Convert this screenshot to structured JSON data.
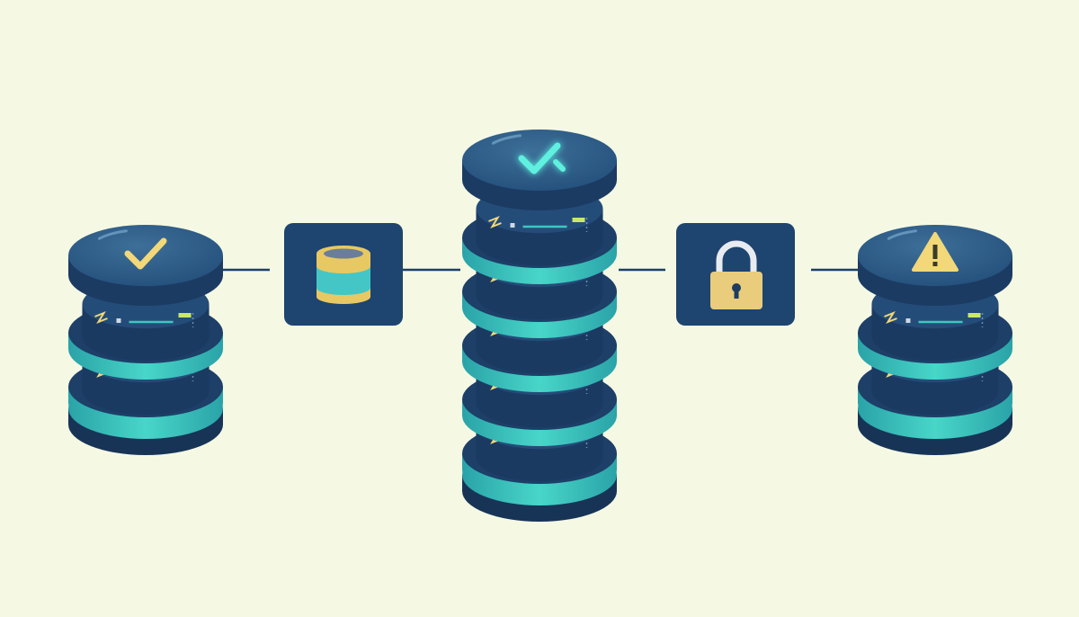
{
  "colors": {
    "background": "#f5f9e4",
    "disk_top": "#2f5d86",
    "disk_side": "#1d3f68",
    "disk_dark": "#163357",
    "teal_ring": "#3ec7c0",
    "teal_glow": "#5ff0df",
    "card": "#1e4470",
    "connector": "#1d3f68",
    "accent_yellow": "#f2d878",
    "accent_green": "#c9e86a"
  },
  "nodes": [
    {
      "id": "left-stack",
      "kind": "server-stack",
      "status_icon": "checkmark-icon",
      "status_color": "#f2d878",
      "units": 2
    },
    {
      "id": "database-card",
      "kind": "card",
      "icon": "database-icon"
    },
    {
      "id": "center-stack",
      "kind": "server-stack",
      "status_icon": "checkmark-icon",
      "status_color": "#5ff0df",
      "units": 5
    },
    {
      "id": "lock-card",
      "kind": "card",
      "icon": "padlock-icon"
    },
    {
      "id": "right-stack",
      "kind": "server-stack",
      "status_icon": "warning-icon",
      "status_color": "#f2d878",
      "units": 2
    }
  ],
  "connections": [
    {
      "from": "left-stack",
      "to": "database-card"
    },
    {
      "from": "database-card",
      "to": "center-stack"
    },
    {
      "from": "center-stack",
      "to": "lock-card"
    },
    {
      "from": "lock-card",
      "to": "right-stack"
    }
  ]
}
